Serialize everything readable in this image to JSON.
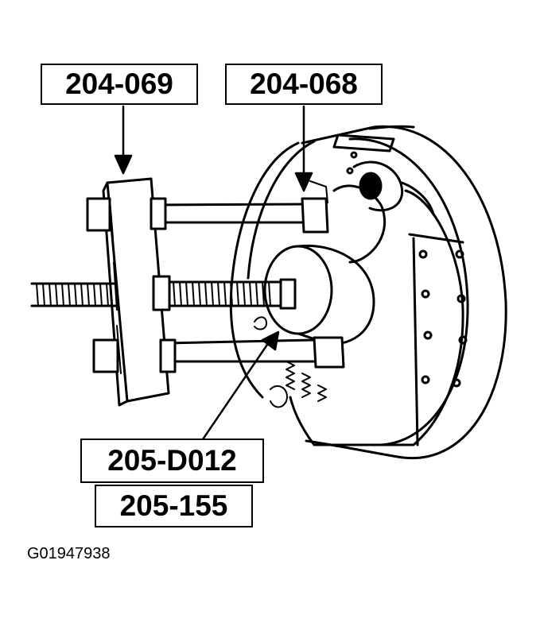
{
  "callouts": {
    "tool_puller": "204-069",
    "tool_adapter": "204-068",
    "tool_installer": "205-D012",
    "tool_alt": "205-155"
  },
  "figure_id": "G01947938",
  "colors": {
    "line": "#000000",
    "background": "#ffffff"
  }
}
